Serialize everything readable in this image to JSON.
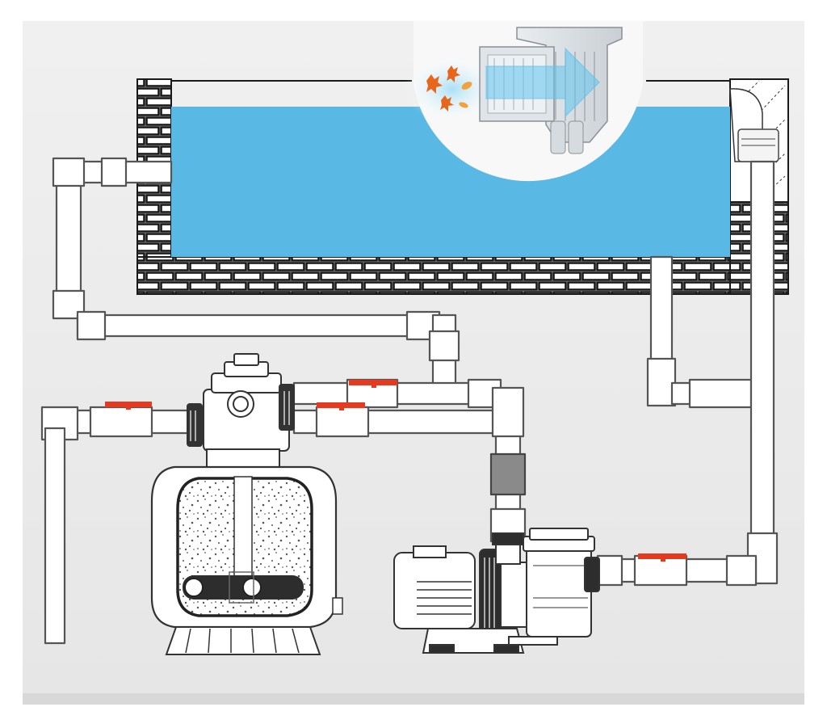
{
  "diagram": {
    "subject": "swimming-pool-filtration-circuit",
    "components": [
      "pool-basin",
      "skimmer",
      "sand-filter",
      "multiport-valve",
      "circulation-pump",
      "suction-pipe",
      "return-pipe",
      "shutoff-valves"
    ],
    "colors": {
      "water": "#5ab8e4",
      "brick_stroke": "#1a1a1a",
      "pipe_fill": "#ffffff",
      "pipe_stroke": "#555555",
      "valve_handle": "#e53a1f",
      "background": "#ececec",
      "floor": "#d8d8d8",
      "leaves": "#e8661c",
      "flow_arrow": "#5fc2ec"
    }
  }
}
